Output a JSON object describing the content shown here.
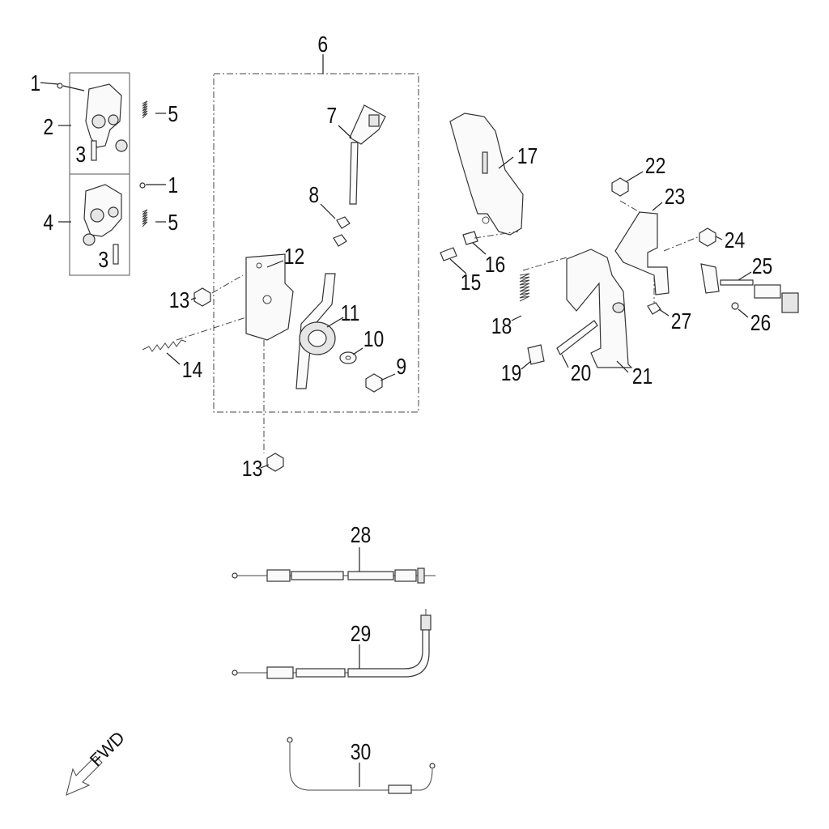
{
  "callouts": {
    "p1a": "1",
    "p1b": "1",
    "p2": "2",
    "p3a": "3",
    "p3b": "3",
    "p4": "4",
    "p5a": "5",
    "p5b": "5",
    "p6": "6",
    "p7": "7",
    "p8": "8",
    "p9": "9",
    "p10": "10",
    "p11": "11",
    "p12": "12",
    "p13a": "13",
    "p13b": "13",
    "p14": "14",
    "p15": "15",
    "p16": "16",
    "p17": "17",
    "p18": "18",
    "p19": "19",
    "p20": "20",
    "p21": "21",
    "p22": "22",
    "p23": "23",
    "p24": "24",
    "p25": "25",
    "p26": "26",
    "p27": "27",
    "p28": "28",
    "p29": "29",
    "p30": "30"
  },
  "direction_label": "FWD"
}
